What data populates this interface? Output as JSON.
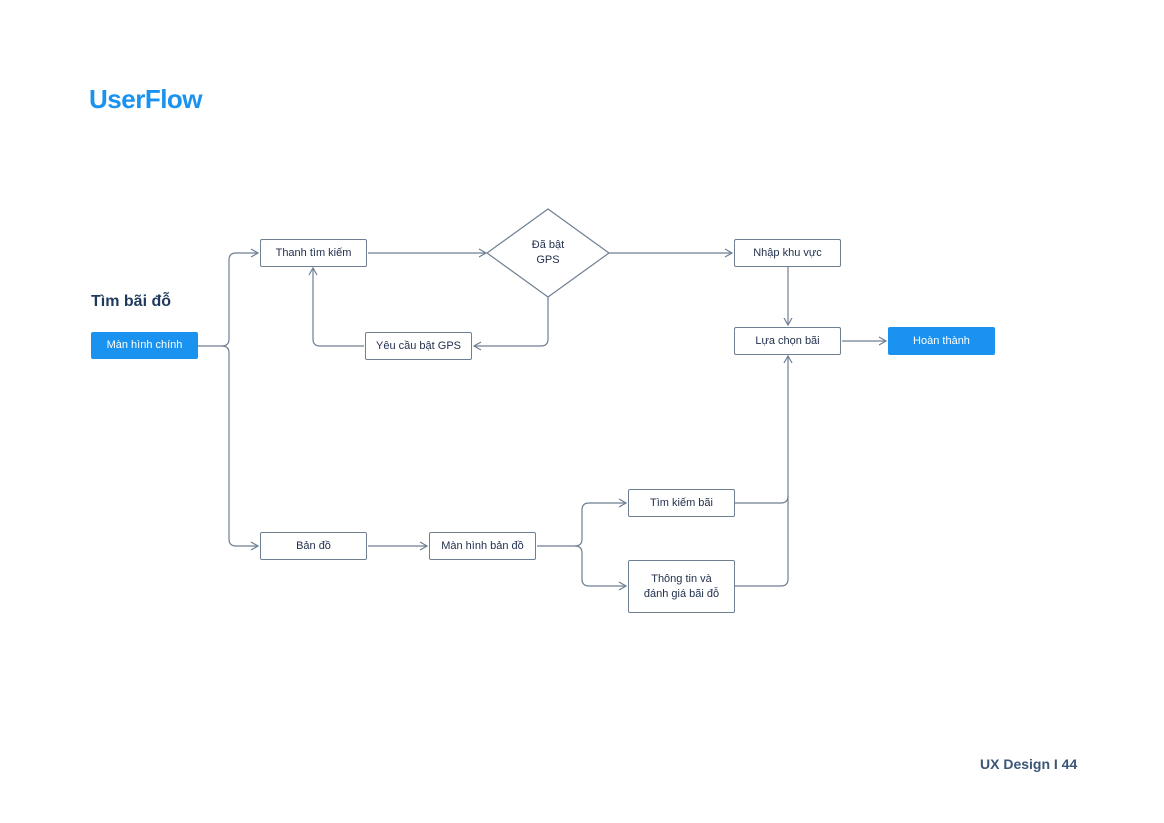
{
  "header": {
    "title": "UserFlow"
  },
  "section": {
    "title": "Tìm bãi đỗ"
  },
  "footer": {
    "label": "UX Design I 44"
  },
  "colors": {
    "accent": "#1a93f0",
    "line": "#6f7f92",
    "text": "#1f2d4a"
  },
  "nodes": {
    "main_screen": "Màn hình chính",
    "search_bar": "Thanh tìm kiếm",
    "gps_decision": "Đã bật\nGPS",
    "enter_area": "Nhập khu vực",
    "request_gps": "Yêu cầu bật GPS",
    "choose_lot": "Lựa chọn bãi",
    "complete": "Hoàn thành",
    "map": "Bản đồ",
    "map_screen": "Màn hình bản đồ",
    "search_lot": "Tìm kiếm bãi",
    "lot_info": "Thông tin và\nđánh giá bãi đỗ"
  }
}
